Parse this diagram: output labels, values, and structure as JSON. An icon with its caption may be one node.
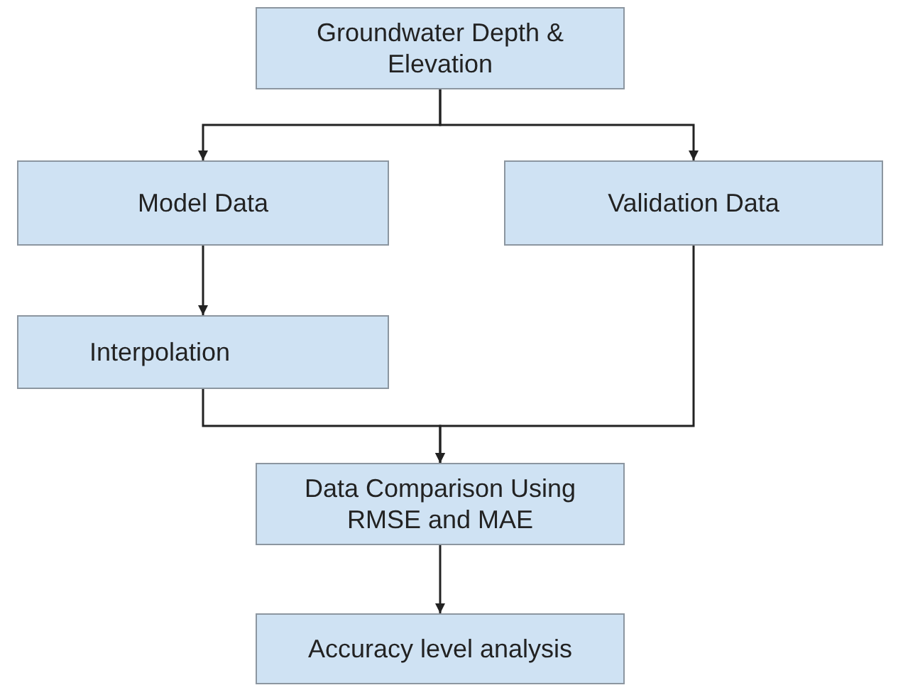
{
  "diagram": {
    "nodes": [
      {
        "text": [
          "Groundwater Depth & Elevation"
        ]
      },
      {
        "text": [
          "Model Data"
        ]
      },
      {
        "text": [
          "Validation Data"
        ]
      },
      {
        "text": [
          "Interpolation"
        ]
      },
      {
        "text": [
          "Data Comparison Using RMSE and MAE"
        ]
      },
      {
        "text": [
          "Accuracy level analysis"
        ]
      }
    ],
    "edges": [
      {
        "from": 0,
        "to": 1,
        "arrow": "to"
      },
      {
        "from": 0,
        "to": 2,
        "arrow": "to"
      },
      {
        "from": 1,
        "to": 3,
        "arrow": "to"
      },
      {
        "from": 3,
        "to": 4,
        "arrow": "to"
      },
      {
        "from": 2,
        "to": 4,
        "arrow": "to"
      },
      {
        "from": 4,
        "to": 5,
        "arrow": "to"
      }
    ]
  }
}
